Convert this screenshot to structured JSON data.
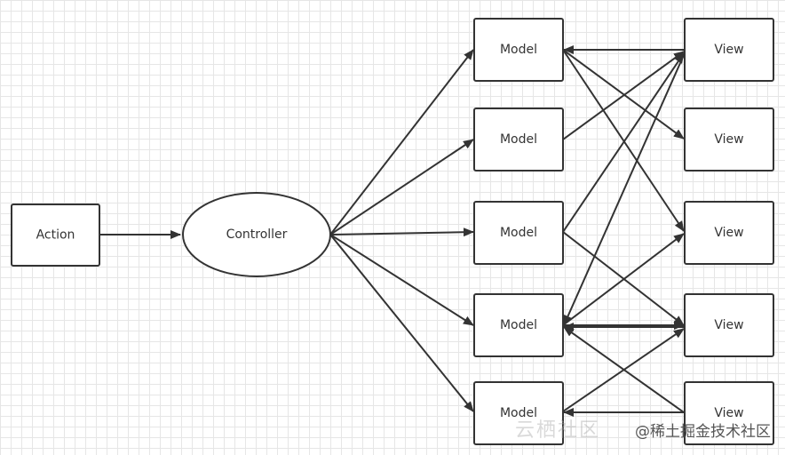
{
  "nodes": [
    {
      "id": "action",
      "label": "Action"
    },
    {
      "id": "controller",
      "label": "Controller"
    },
    {
      "id": "m1",
      "label": "Model"
    },
    {
      "id": "m2",
      "label": "Model"
    },
    {
      "id": "m3",
      "label": "Model"
    },
    {
      "id": "m4",
      "label": "Model"
    },
    {
      "id": "m5",
      "label": "Model"
    },
    {
      "id": "v1",
      "label": "View"
    },
    {
      "id": "v2",
      "label": "View"
    },
    {
      "id": "v3",
      "label": "View"
    },
    {
      "id": "v4",
      "label": "View"
    },
    {
      "id": "v5",
      "label": "View"
    }
  ],
  "edges": [
    {
      "from": "action",
      "to": "controller"
    },
    {
      "from": "controller",
      "to": "m1"
    },
    {
      "from": "controller",
      "to": "m2"
    },
    {
      "from": "controller",
      "to": "m3"
    },
    {
      "from": "controller",
      "to": "m4"
    },
    {
      "from": "controller",
      "to": "m5"
    },
    {
      "from": "v1",
      "to": "m1"
    },
    {
      "from": "m1",
      "to": "v2"
    },
    {
      "from": "m1",
      "to": "v3"
    },
    {
      "from": "m2",
      "to": "v1"
    },
    {
      "from": "m3",
      "to": "v1"
    },
    {
      "from": "m3",
      "to": "v4"
    },
    {
      "from": "v1",
      "to": "m4"
    },
    {
      "from": "m4",
      "to": "v3"
    },
    {
      "from": "m4",
      "to": "v4"
    },
    {
      "from": "v4",
      "to": "m4"
    },
    {
      "from": "v5",
      "to": "m4"
    },
    {
      "from": "m5",
      "to": "v4"
    },
    {
      "from": "v5",
      "to": "m5"
    }
  ],
  "watermark": {
    "main": "@稀土掘金技术社区",
    "faint": "云栖社区"
  }
}
